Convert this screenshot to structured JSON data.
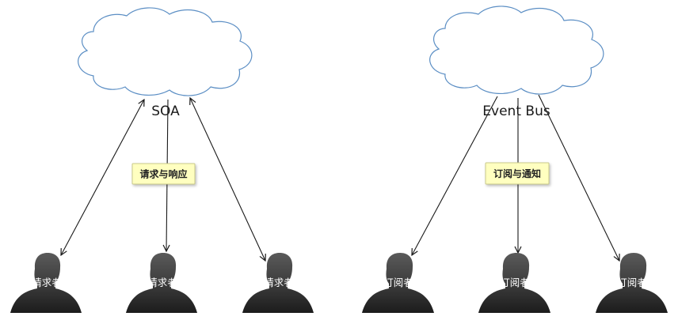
{
  "left": {
    "cloud_label": "SOA",
    "note": "请求与响应",
    "actors": [
      "请求者",
      "请求者",
      "请求者"
    ]
  },
  "right": {
    "cloud_label": "Event Bus",
    "note": "订阅与通知",
    "actors": [
      "订阅者",
      "订阅者",
      "订阅者"
    ]
  },
  "colors": {
    "cloud_stroke": "#5b8ec4",
    "note_fill": "#ffffc0",
    "note_stroke": "#c9c98a",
    "arrow": "#1a1a1a",
    "silhouette": "#262626"
  }
}
